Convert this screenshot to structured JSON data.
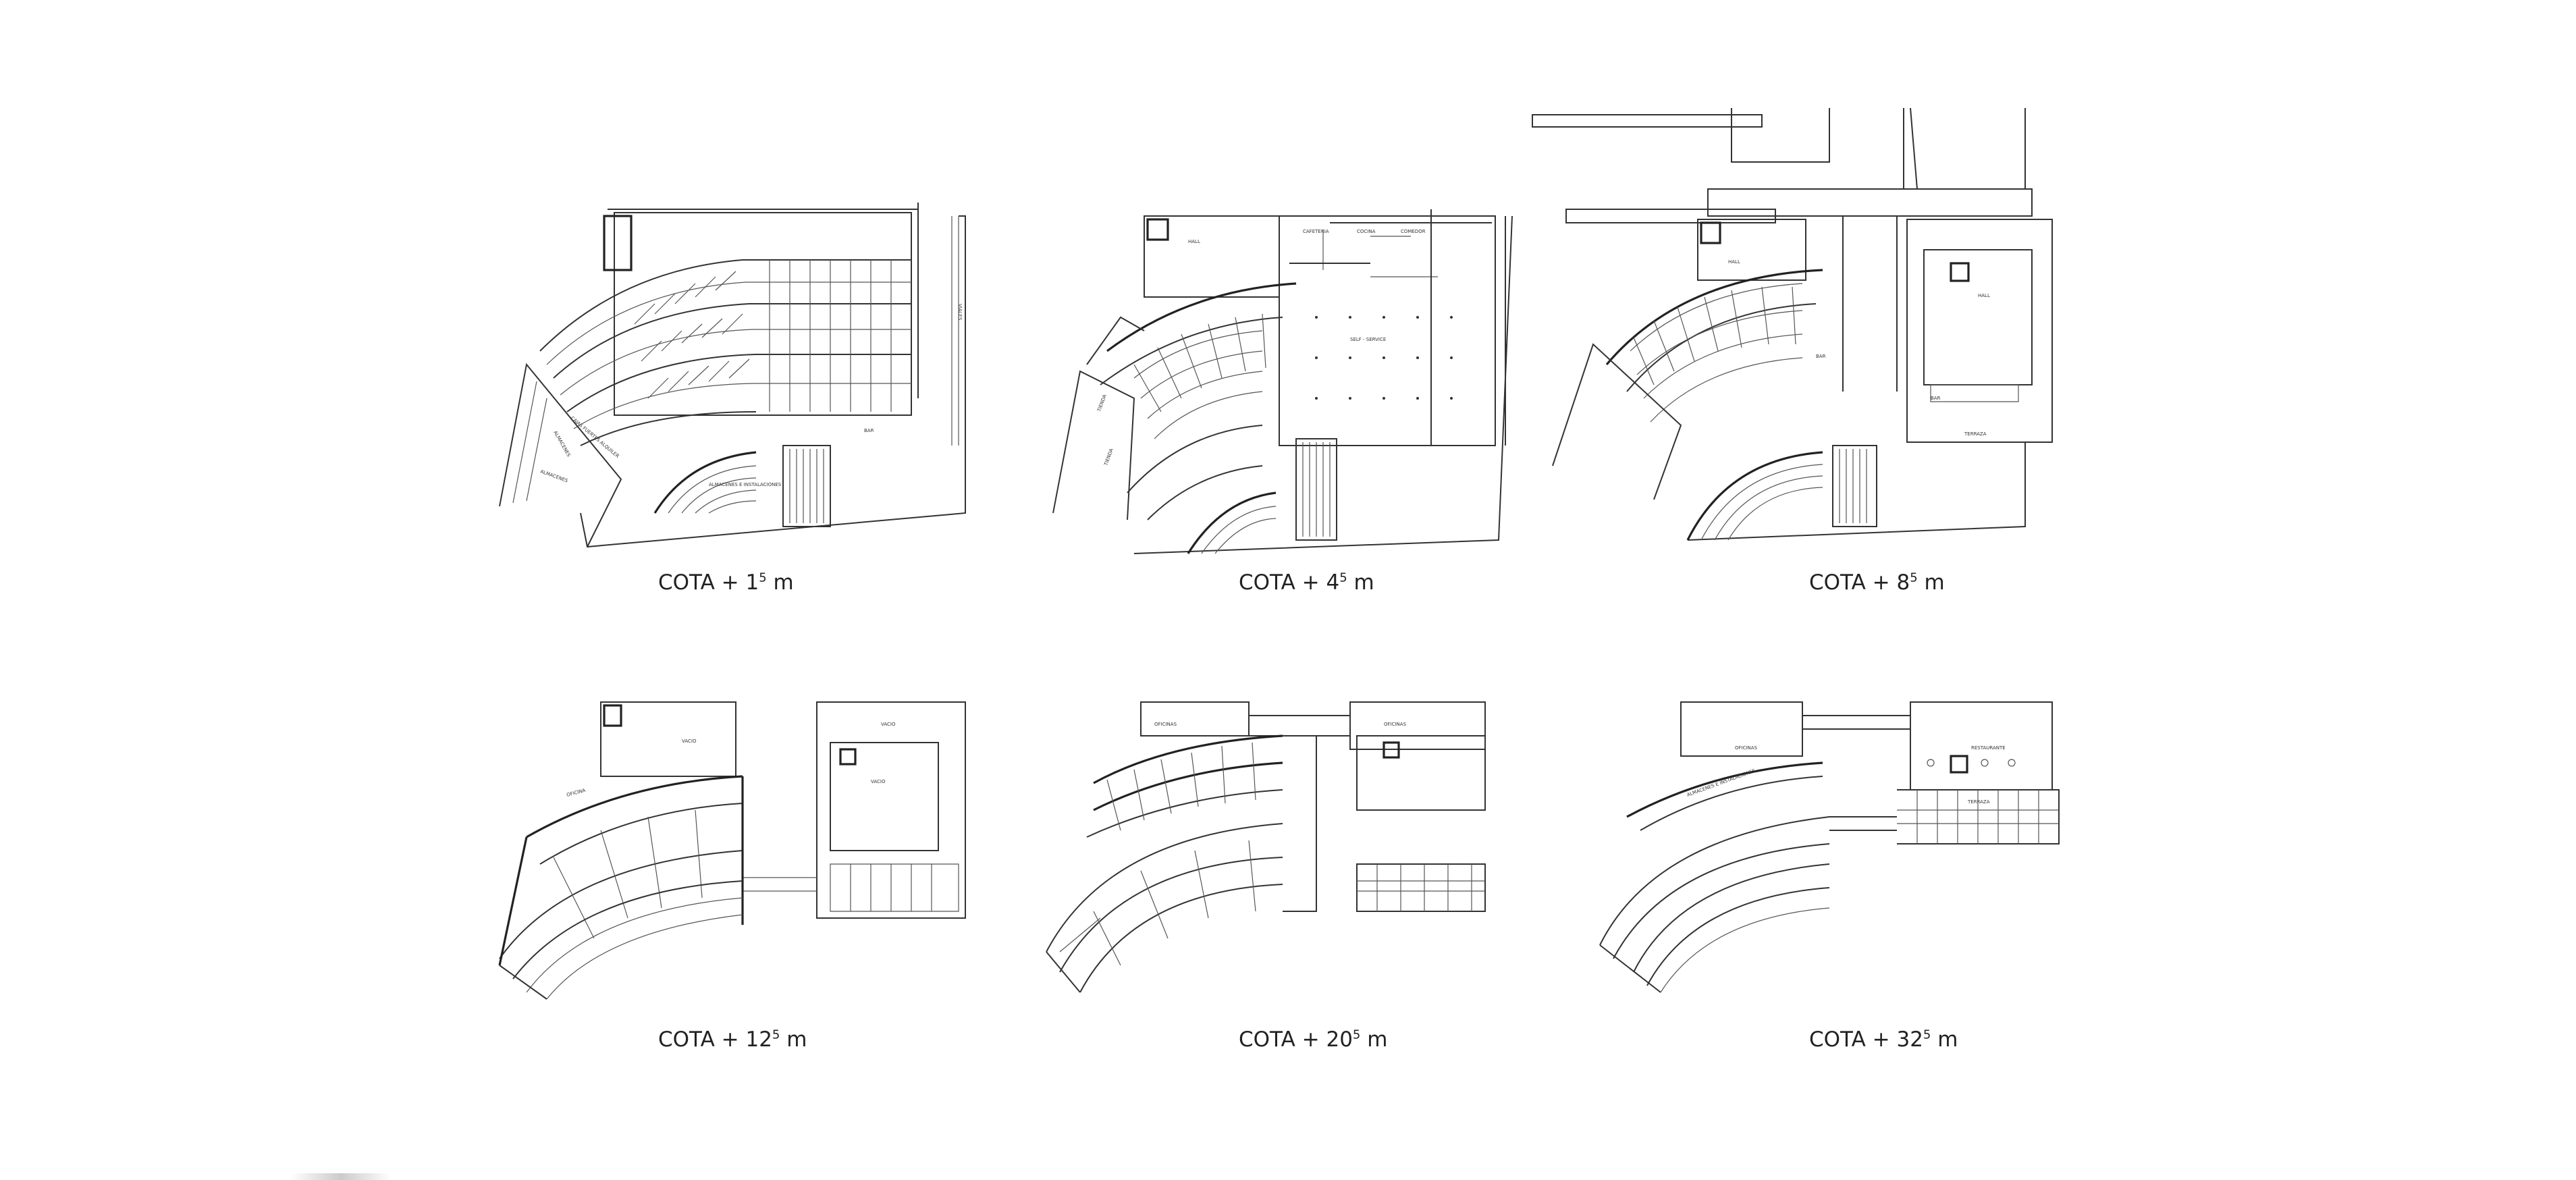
{
  "plans": [
    {
      "id": "p1",
      "caption_prefix": "COTA + ",
      "caption_num": "1",
      "caption_sup": "5",
      "caption_unit": " m",
      "labels": [
        "ALMACENES",
        "CAJAS FUERTES ALQUILER",
        "ALMACENES",
        "ALMACENES E INSTALACIONES",
        "BAR",
        "VIALES"
      ]
    },
    {
      "id": "p2",
      "caption_prefix": "COTA + ",
      "caption_num": "4",
      "caption_sup": "5",
      "caption_unit": " m",
      "labels": [
        "CAFETERIA",
        "COCINA",
        "COMEDOR",
        "SELF - SERVICE",
        "HALL",
        "TIENDA",
        "TIENDA"
      ]
    },
    {
      "id": "p3",
      "caption_prefix": "COTA + ",
      "caption_num": "8",
      "caption_sup": "5",
      "caption_unit": " m",
      "labels": [
        "HALL",
        "HALL",
        "BAR",
        "BAR",
        "TERRAZA"
      ]
    },
    {
      "id": "p4",
      "caption_prefix": "COTA + ",
      "caption_num": "12",
      "caption_sup": "5",
      "caption_unit": " m",
      "labels": [
        "VACIO",
        "VACIO",
        "VACIO",
        "OFICINA"
      ]
    },
    {
      "id": "p5",
      "caption_prefix": "COTA + ",
      "caption_num": "20",
      "caption_sup": "5",
      "caption_unit": " m",
      "labels": [
        "OFICINAS",
        "OFICINAS"
      ]
    },
    {
      "id": "p6",
      "caption_prefix": "COTA + ",
      "caption_num": "32",
      "caption_sup": "5",
      "caption_unit": " m",
      "labels": [
        "OFICINAS",
        "ALMACENES E INSTALACIONES",
        "RESTAURANTE",
        "TERRAZA"
      ]
    }
  ]
}
